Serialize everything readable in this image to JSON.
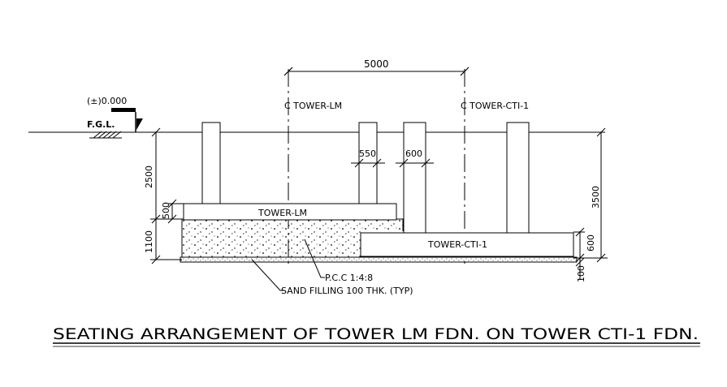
{
  "level": {
    "value": "(±)0.000",
    "fgl": "F.G.L."
  },
  "dimensions": {
    "span": "5000",
    "height_left": "2500",
    "height_right": "3500",
    "thk_500": "500",
    "thk_1100": "1100",
    "thk_600": "600",
    "thk_100": "100",
    "width_550": "550",
    "width_600": "600"
  },
  "centerlines": {
    "left": "C TOWER-LM",
    "right": "C TOWER-CTI-1"
  },
  "labels": {
    "tower_lm": "TOWER-LM",
    "tower_cti": "TOWER-CTI-1",
    "pcc": "P.C.C 1:4:8",
    "sand": "SAND FILLING 100 THK. (TYP)"
  },
  "title": "SEATING ARRANGEMENT OF TOWER LM FDN. ON TOWER CTI-1 FDN."
}
